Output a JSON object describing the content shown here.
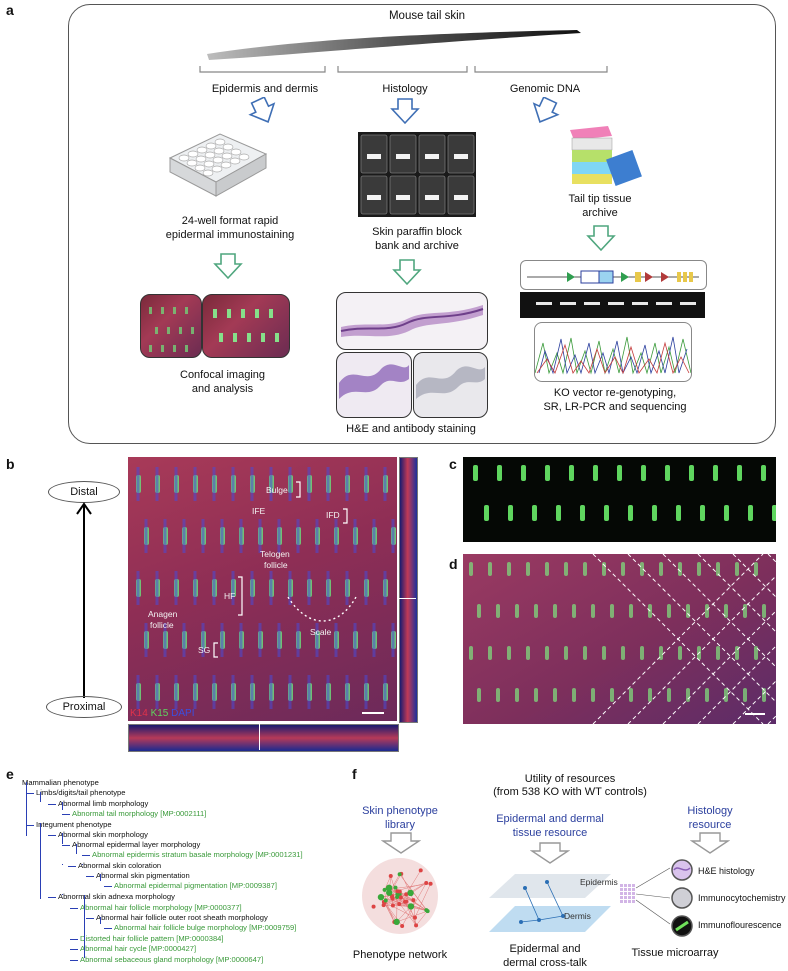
{
  "panels": {
    "a": "a",
    "b": "b",
    "c": "c",
    "d": "d",
    "e": "e",
    "f": "f"
  },
  "panel_a": {
    "title": "Mouse tail skin",
    "col1_header": "Epidermis and dermis",
    "col2_header": "Histology",
    "col3_header": "Genomic DNA",
    "col1_step1_line1": "24-well format rapid",
    "col1_step1_line2": "epidermal immunostaining",
    "col1_step2_line1": "Confocal imaging",
    "col1_step2_line2": "and analysis",
    "col2_step1_line1": "Skin paraffin block",
    "col2_step1_line2": "bank and archive",
    "col2_step2": "H&E and antibody staining",
    "col3_step1_line1": "Tail tip tissue",
    "col3_step1_line2": "archive",
    "col3_step2_line1": "KO vector re-genotyping,",
    "col3_step2_line2": "SR, LR-PCR and sequencing"
  },
  "panel_b": {
    "distal": "Distal",
    "proximal": "Proximal",
    "labels": {
      "bulge": "Bulge",
      "ife": "IFE",
      "ifd": "IFD",
      "telogen1": "Telogen",
      "telogen2": "follicle",
      "hf": "HF",
      "scale": "Scale",
      "anagen1": "Anagen",
      "anagen2": "follicle",
      "sg": "SG"
    },
    "legend_k14": "K14",
    "legend_k15": "K15",
    "legend_dapi": "DAPI",
    "colors": {
      "k14": "#e0324b",
      "k15": "#5fd35f",
      "dapi": "#3b4fe0"
    }
  },
  "panel_e": {
    "items": [
      {
        "text": "Mammalian phenotype",
        "color": "black"
      },
      {
        "text": "Limbs/digits/tail phenotype",
        "color": "black"
      },
      {
        "text": "Abnormal limb morphology",
        "color": "black"
      },
      {
        "text": "Abnormal tail morphology [MP:0002111]",
        "color": "green"
      },
      {
        "text": "Integument phenotype",
        "color": "black"
      },
      {
        "text": "Abnormal skin morphology",
        "color": "black"
      },
      {
        "text": "Abnormal epidermal layer morphology",
        "color": "black"
      },
      {
        "text": "Abnormal epidermis stratum basale morphology [MP:0001231]",
        "color": "green"
      },
      {
        "text": "Abnormal skin coloration",
        "color": "black"
      },
      {
        "text": "Abnormal skin pigmentation",
        "color": "black"
      },
      {
        "text": "Abnormal epidermal pigmentation [MP:0009387]",
        "color": "green"
      },
      {
        "text": "Abnormal skin adnexa morphology",
        "color": "black"
      },
      {
        "text": "Abnormal hair follicle morphology [MP:0000377]",
        "color": "green"
      },
      {
        "text": "Abnormal hair follicle outer root sheath morphology",
        "color": "black"
      },
      {
        "text": "Abnormal hair follicle bulge morphology [MP:0009759]",
        "color": "green"
      },
      {
        "text": "Distorted hair follicle pattern [MP:0000384]",
        "color": "green"
      },
      {
        "text": "Abnormal hair cycle [MP:0000427]",
        "color": "green"
      },
      {
        "text": "Abnormal sebaceous gland morphology [MP:0000647]",
        "color": "green"
      }
    ]
  },
  "panel_f": {
    "title_line1": "Utility of resources",
    "title_line2": "(from 538 KO with WT controls)",
    "col1_header_line1": "Skin phenotype",
    "col1_header_line2": "library",
    "col1_footer": "Phenotype network",
    "col2_header_line1": "Epidermal and dermal",
    "col2_header_line2": "tissue resource",
    "col2_epidermis": "Epidermis",
    "col2_dermis": "Dermis",
    "col2_footer_line1": "Epidermal and",
    "col2_footer_line2": "dermal cross-talk",
    "col3_header_line1": "Histology",
    "col3_header_line2": "resource",
    "col3_item1": "H&E histology",
    "col3_item2": "Immunocytochemistry",
    "col3_item3": "Immunoflourescence",
    "col3_footer": "Tissue microarray"
  }
}
